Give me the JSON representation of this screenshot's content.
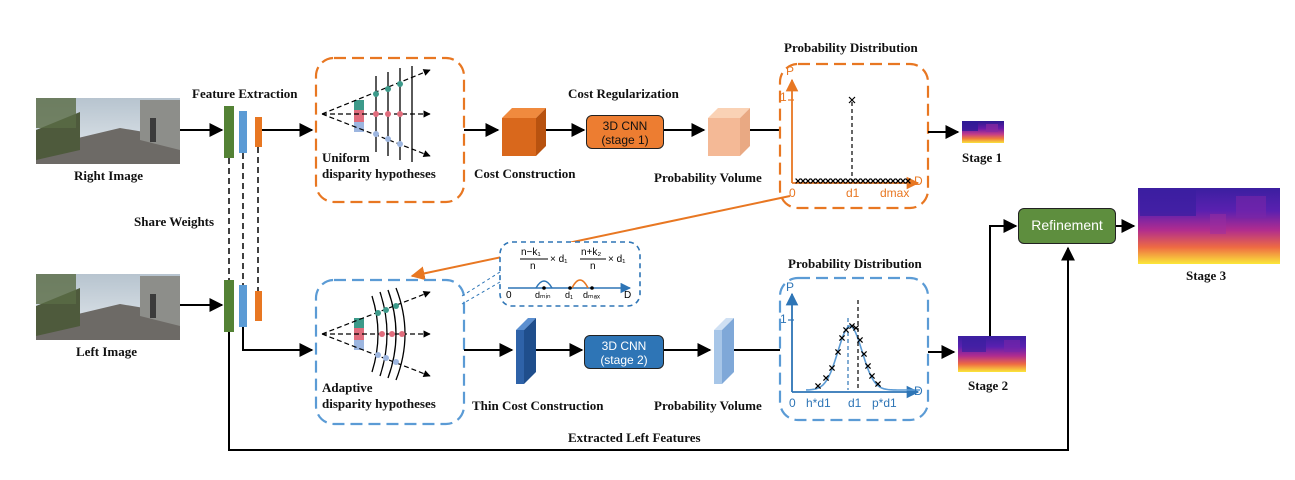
{
  "labels": {
    "feature_extraction": "Feature Extraction",
    "right_image": "Right Image",
    "left_image": "Left Image",
    "share_weights": "Share Weights",
    "uniform_line1": "Uniform",
    "uniform_line2": "disparity hypotheses",
    "adaptive_line1": "Adaptive",
    "adaptive_line2": "disparity hypotheses",
    "cost_regularization": "Cost Regularization",
    "cost_construction": "Cost Construction",
    "thin_cost_construction": "Thin Cost Construction",
    "probability_volume_1": "Probability Volume",
    "probability_volume_2": "Probability Volume",
    "probability_distribution_1": "Probability Distribution",
    "probability_distribution_2": "Probability Distribution",
    "stage1": "Stage 1",
    "stage2": "Stage 2",
    "stage3": "Stage 3",
    "extracted_left_features": "Extracted Left Features"
  },
  "cnn": {
    "stage1_line1": "3D CNN",
    "stage1_line2": "(stage 1)",
    "stage2_line1": "3D CNN",
    "stage2_line2": "(stage 2)"
  },
  "refinement": "Refinement",
  "plot1": {
    "p_label": "P",
    "one_label": "1",
    "d_label": "D",
    "tick_0": "0",
    "tick_d1": "d1",
    "tick_dmax": "dmax"
  },
  "plot2": {
    "p_label": "P",
    "one_label": "1",
    "d_label": "D",
    "tick_0": "0",
    "tick_hd1": "h*d1",
    "tick_d1": "d1",
    "tick_pd1": "p*d1"
  },
  "inset": {
    "frac1_num": "n−k₁",
    "frac1_den": "n",
    "frac1_tail": "× d₁",
    "frac2_num": "n+k₂",
    "frac2_den": "n",
    "frac2_tail": "× d₁",
    "tick_0": "0",
    "tick_dmin": "dₘᵢₙ",
    "tick_d1": "d₁",
    "tick_dmax": "dₘₐₓ",
    "d_label": "D"
  },
  "colors": {
    "orange": "#E87722",
    "blue": "#2E75B6",
    "light_blue": "#5B9BD5",
    "green": "#548235",
    "refine_green": "#70AD47",
    "teal": "#3C9A8A",
    "pink": "#E06C7C",
    "lavender": "#9DB6E0"
  }
}
